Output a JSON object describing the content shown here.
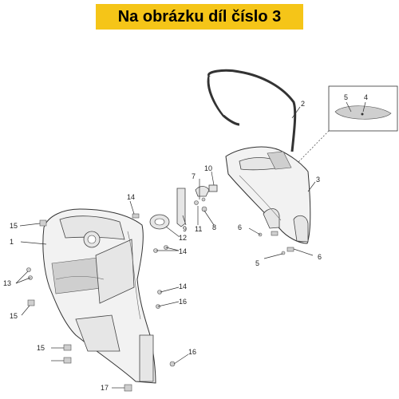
{
  "banner": {
    "text": "Na obrázku díl číslo 3",
    "color": "#f5c518"
  },
  "callouts": {
    "c1": "1",
    "c2": "2",
    "c3": "3",
    "c4": "4",
    "c5a": "5",
    "c5b": "5",
    "c6a": "6",
    "c6b": "6",
    "c7": "7",
    "c8": "8",
    "c9": "9",
    "c10": "10",
    "c11": "11",
    "c12": "12",
    "c13": "13",
    "c14a": "14",
    "c14b": "14",
    "c14c": "14",
    "c15a": "15",
    "c15b": "15",
    "c15c": "15",
    "c16a": "16",
    "c16b": "16",
    "c17": "17"
  }
}
